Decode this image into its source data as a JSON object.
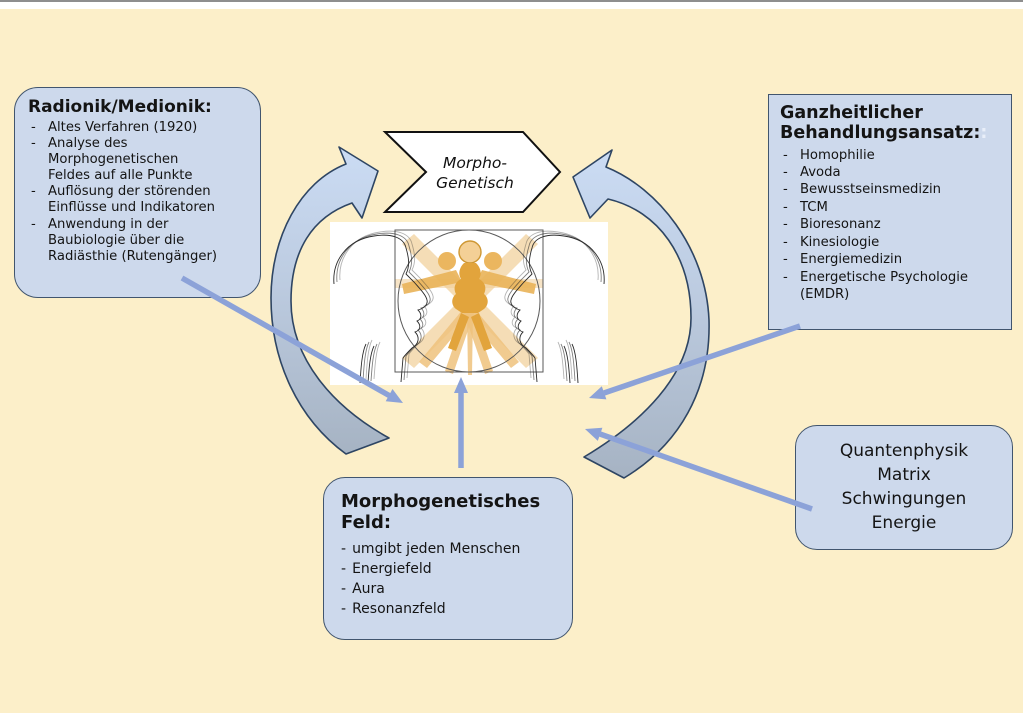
{
  "colors": {
    "background": "#FCEFC9",
    "box_fill": "#CDD9EC",
    "box_border": "#41556E",
    "straight_arrow": "#8CA2D8",
    "curve_gradient_top": "#CBDCF4",
    "curve_gradient_bottom": "#A6B3C3",
    "curve_outline": "#2E4563",
    "figure_orange": "#E2A43C"
  },
  "chars": {
    "dash": "-"
  },
  "chevron": {
    "line1": "Morpho-",
    "line2": "Genetisch"
  },
  "boxes": {
    "radionik": {
      "title": "Radionik/Medionik:",
      "items": [
        "Altes Verfahren (1920)",
        "Analyse des\nMorphogenetischen\nFeldes auf alle Punkte",
        "Auflösung der störenden\nEinflüsse und Indikatoren",
        "Anwendung in der\nBaubiologie über die\nRadiästhie (Rutengänger)"
      ]
    },
    "ganzheitlich": {
      "title_line1": "Ganzheitlicher",
      "title_line2": "Behandlungsansatz:",
      "title_faint_suffix": ":",
      "items": [
        "Homophilie",
        "Avoda",
        "Bewusstseinsmedizin",
        "TCM",
        "Bioresonanz",
        "Kinesiologie",
        "Energiemedizin",
        "Energetische Psychologie\n(EMDR)"
      ]
    },
    "feld": {
      "title": "Morphogenetisches\nFeld:",
      "items": [
        "umgibt jeden Menschen",
        "Energiefeld",
        "Aura",
        "Resonanzfeld"
      ]
    },
    "quanten": {
      "lines": [
        "Quantenphysik",
        "Matrix",
        "Schwingungen",
        "Energie"
      ]
    }
  }
}
